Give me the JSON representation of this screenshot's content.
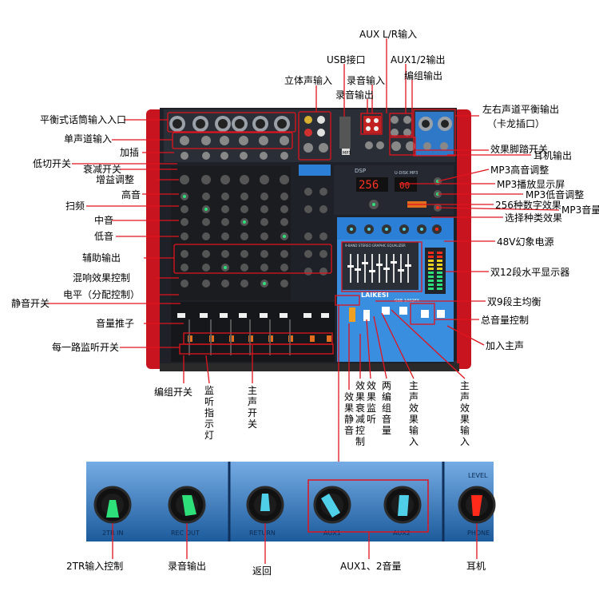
{
  "labels": {
    "aux_lr_in": "AUX L/R输入",
    "usb": "USB接口",
    "aux12_out": "AUX1/2输出",
    "stereo_in": "立体声输入",
    "rec_in": "录音输入",
    "group_out": "编组输出",
    "rec_out": "录音输出",
    "balanced_mic_in": "平衡式话筒输入入口",
    "mono_in": "单声道输入",
    "insert": "加插",
    "lowcut": "低切开关",
    "attenuate": "衰减开关",
    "gain": "增益调整",
    "high": "高音",
    "sweep": "扫频",
    "mid": "中音",
    "low": "低音",
    "aux_out": "辅助输出",
    "reverb_ctrl": "混响效果控制",
    "level": "电平（分配控制）",
    "mute": "静音开关",
    "fader": "音量推子",
    "monitor_each": "每一路监听开关",
    "lr_balanced_out": "左右声道平衡输出",
    "xlr_socket": "（卡龙插口）",
    "fx_pedal": "效果脚踏开关",
    "headphone_out": "耳机输出",
    "mp3_high": "MP3高音调整",
    "mp3_screen": "MP3播放显示屏",
    "mp3_low": "MP3低音调整",
    "mp3_vol": "MP3音量",
    "fx256": "256种数字效果",
    "fx_select": "选择种类效果",
    "phantom48": "48V幻象电源",
    "dual12_meter": "双12段水平显示器",
    "dual9_eq": "双9段主均衡",
    "master_vol": "总音量控制",
    "add_main": "加入主声",
    "group_switch": "编组开关",
    "monitor_led": "监听指示灯",
    "main_switch": "主声开关",
    "fx_mute": "效果静音",
    "fx_att": "效果衰减控制",
    "fx_monitor": "效果监听",
    "two_group_vol": "两编组音量",
    "main_fx_in_1": "主声效果输入",
    "main_fx_in_2": "主声效果输入",
    "tr2_in": "2TR输入控制",
    "rec_output": "录音输出",
    "return": "返回",
    "aux12_vol": "AUX1、2音量",
    "headphone": "耳机"
  },
  "device": {
    "display_fx": "256",
    "display_mp3": "00",
    "brand": "LAIKESI",
    "model": "GSE-1002FX",
    "usb_panel": "U-DISK MP3",
    "dsp_badge": "DSP",
    "eq_title": "9-BAND STEREO GRAPHIC EQUALIZER",
    "mp3_tag": "MP3"
  },
  "knob_labels": {
    "k1": "2TR IN",
    "k2": "REC OUT",
    "k3": "RETURN",
    "k4": "AUX1",
    "k5": "AUX2",
    "k6": "PHONE",
    "k6_top": "LEVEL"
  },
  "colors": {
    "panel": "#1e2127",
    "side": "#c8141e",
    "blue": "#2b7fd6",
    "annotation": "#e0141e",
    "knob_green": "#2ee07a",
    "knob_cyan": "#4fd0e8",
    "knob_red": "#ff2a1a"
  }
}
